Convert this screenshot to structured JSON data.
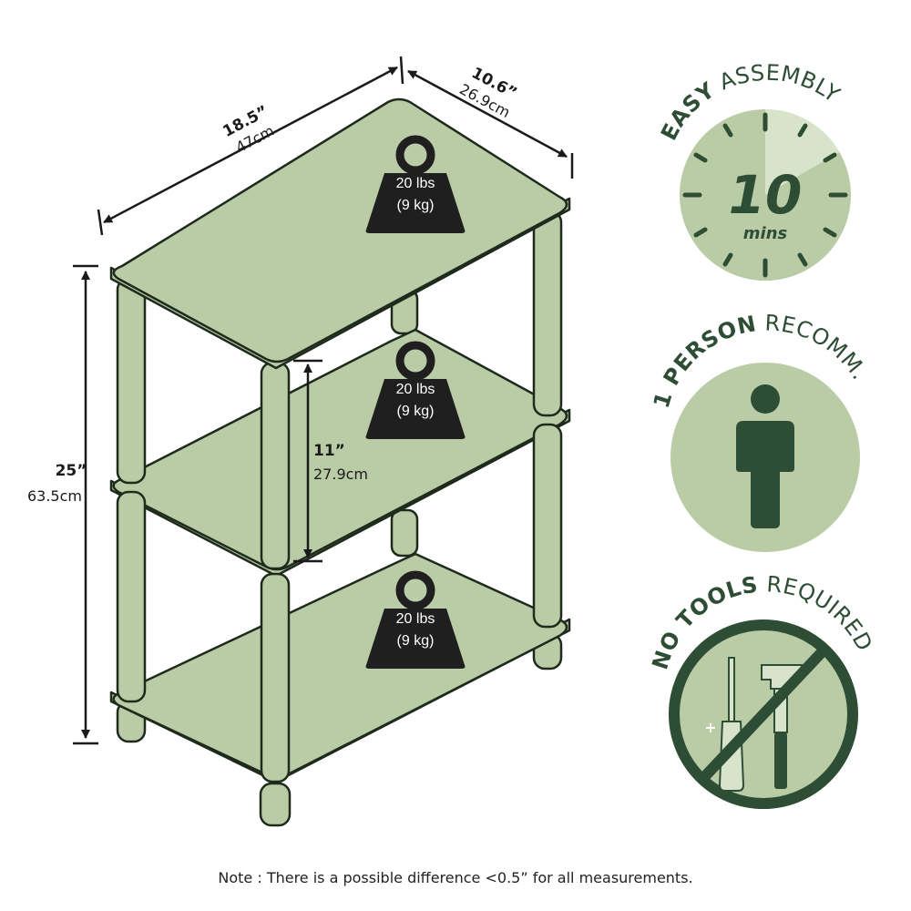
{
  "colors": {
    "shelf_fill": "#b9cca6",
    "outline": "#1e2a1c",
    "weight_fill": "#1e1f1e",
    "badge_fill": "#b9cca6",
    "badge_light": "#d8e3cc",
    "dark_green": "#2e4d35",
    "text_dark": "#1b1b1b"
  },
  "dimensions": {
    "width_in": "18.5”",
    "width_cm": "47cm",
    "depth_in": "10.6”",
    "depth_cm": "26.9cm",
    "height_in": "25”",
    "height_cm": "63.5cm",
    "spacing_in": "11”",
    "spacing_cm": "27.9cm"
  },
  "shelves": [
    {
      "weight_lbs": "20 lbs",
      "weight_kg": "(9 kg)"
    },
    {
      "weight_lbs": "20 lbs",
      "weight_kg": "(9 kg)"
    },
    {
      "weight_lbs": "20 lbs",
      "weight_kg": "(9 kg)"
    }
  ],
  "badges": {
    "assembly": {
      "bold": "EASY",
      "rest": " ASSEMBLY",
      "number": "10",
      "unit": "mins",
      "icon": "clock-icon"
    },
    "person": {
      "bold": "1 PERSON",
      "rest": " RECOMM.",
      "icon": "person-icon"
    },
    "tools": {
      "bold": "NO TOOLS",
      "rest": " REQUIRED",
      "icon": "no-tools-icon"
    }
  },
  "note": "Note : There is a possible difference <0.5” for all measurements."
}
